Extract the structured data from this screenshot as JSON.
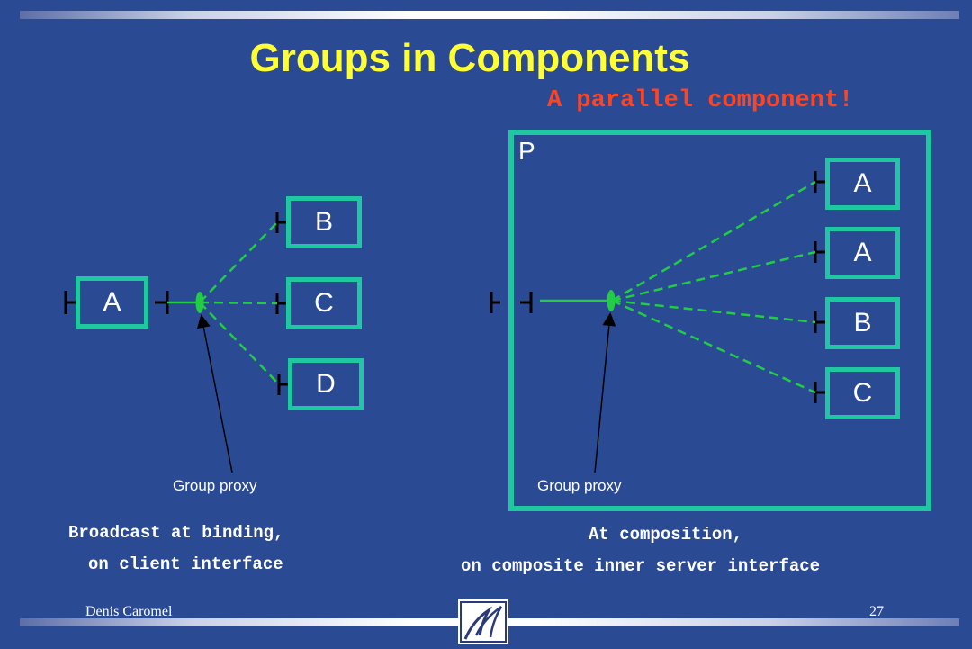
{
  "title": "Groups in Components",
  "subtitle": "A parallel component!",
  "left": {
    "client": "A",
    "targets": [
      "B",
      "C",
      "D"
    ],
    "proxy_label": "Group proxy",
    "caption_line1": "Broadcast at binding,",
    "caption_line2": "on client interface"
  },
  "right": {
    "composite_label": "P",
    "inner": [
      "A",
      "A",
      "B",
      "C"
    ],
    "proxy_label": "Group proxy",
    "caption_line1": "At composition,",
    "caption_line2": "on composite inner server interface"
  },
  "footer": {
    "author": "Denis Caromel",
    "page": "27"
  },
  "colors": {
    "background": "#2a4a94",
    "title": "#ffff33",
    "subtitle": "#ff4422",
    "box_border": "#1fc8a0",
    "binding": "#22cc44"
  },
  "icons": [
    "logo-icon"
  ]
}
